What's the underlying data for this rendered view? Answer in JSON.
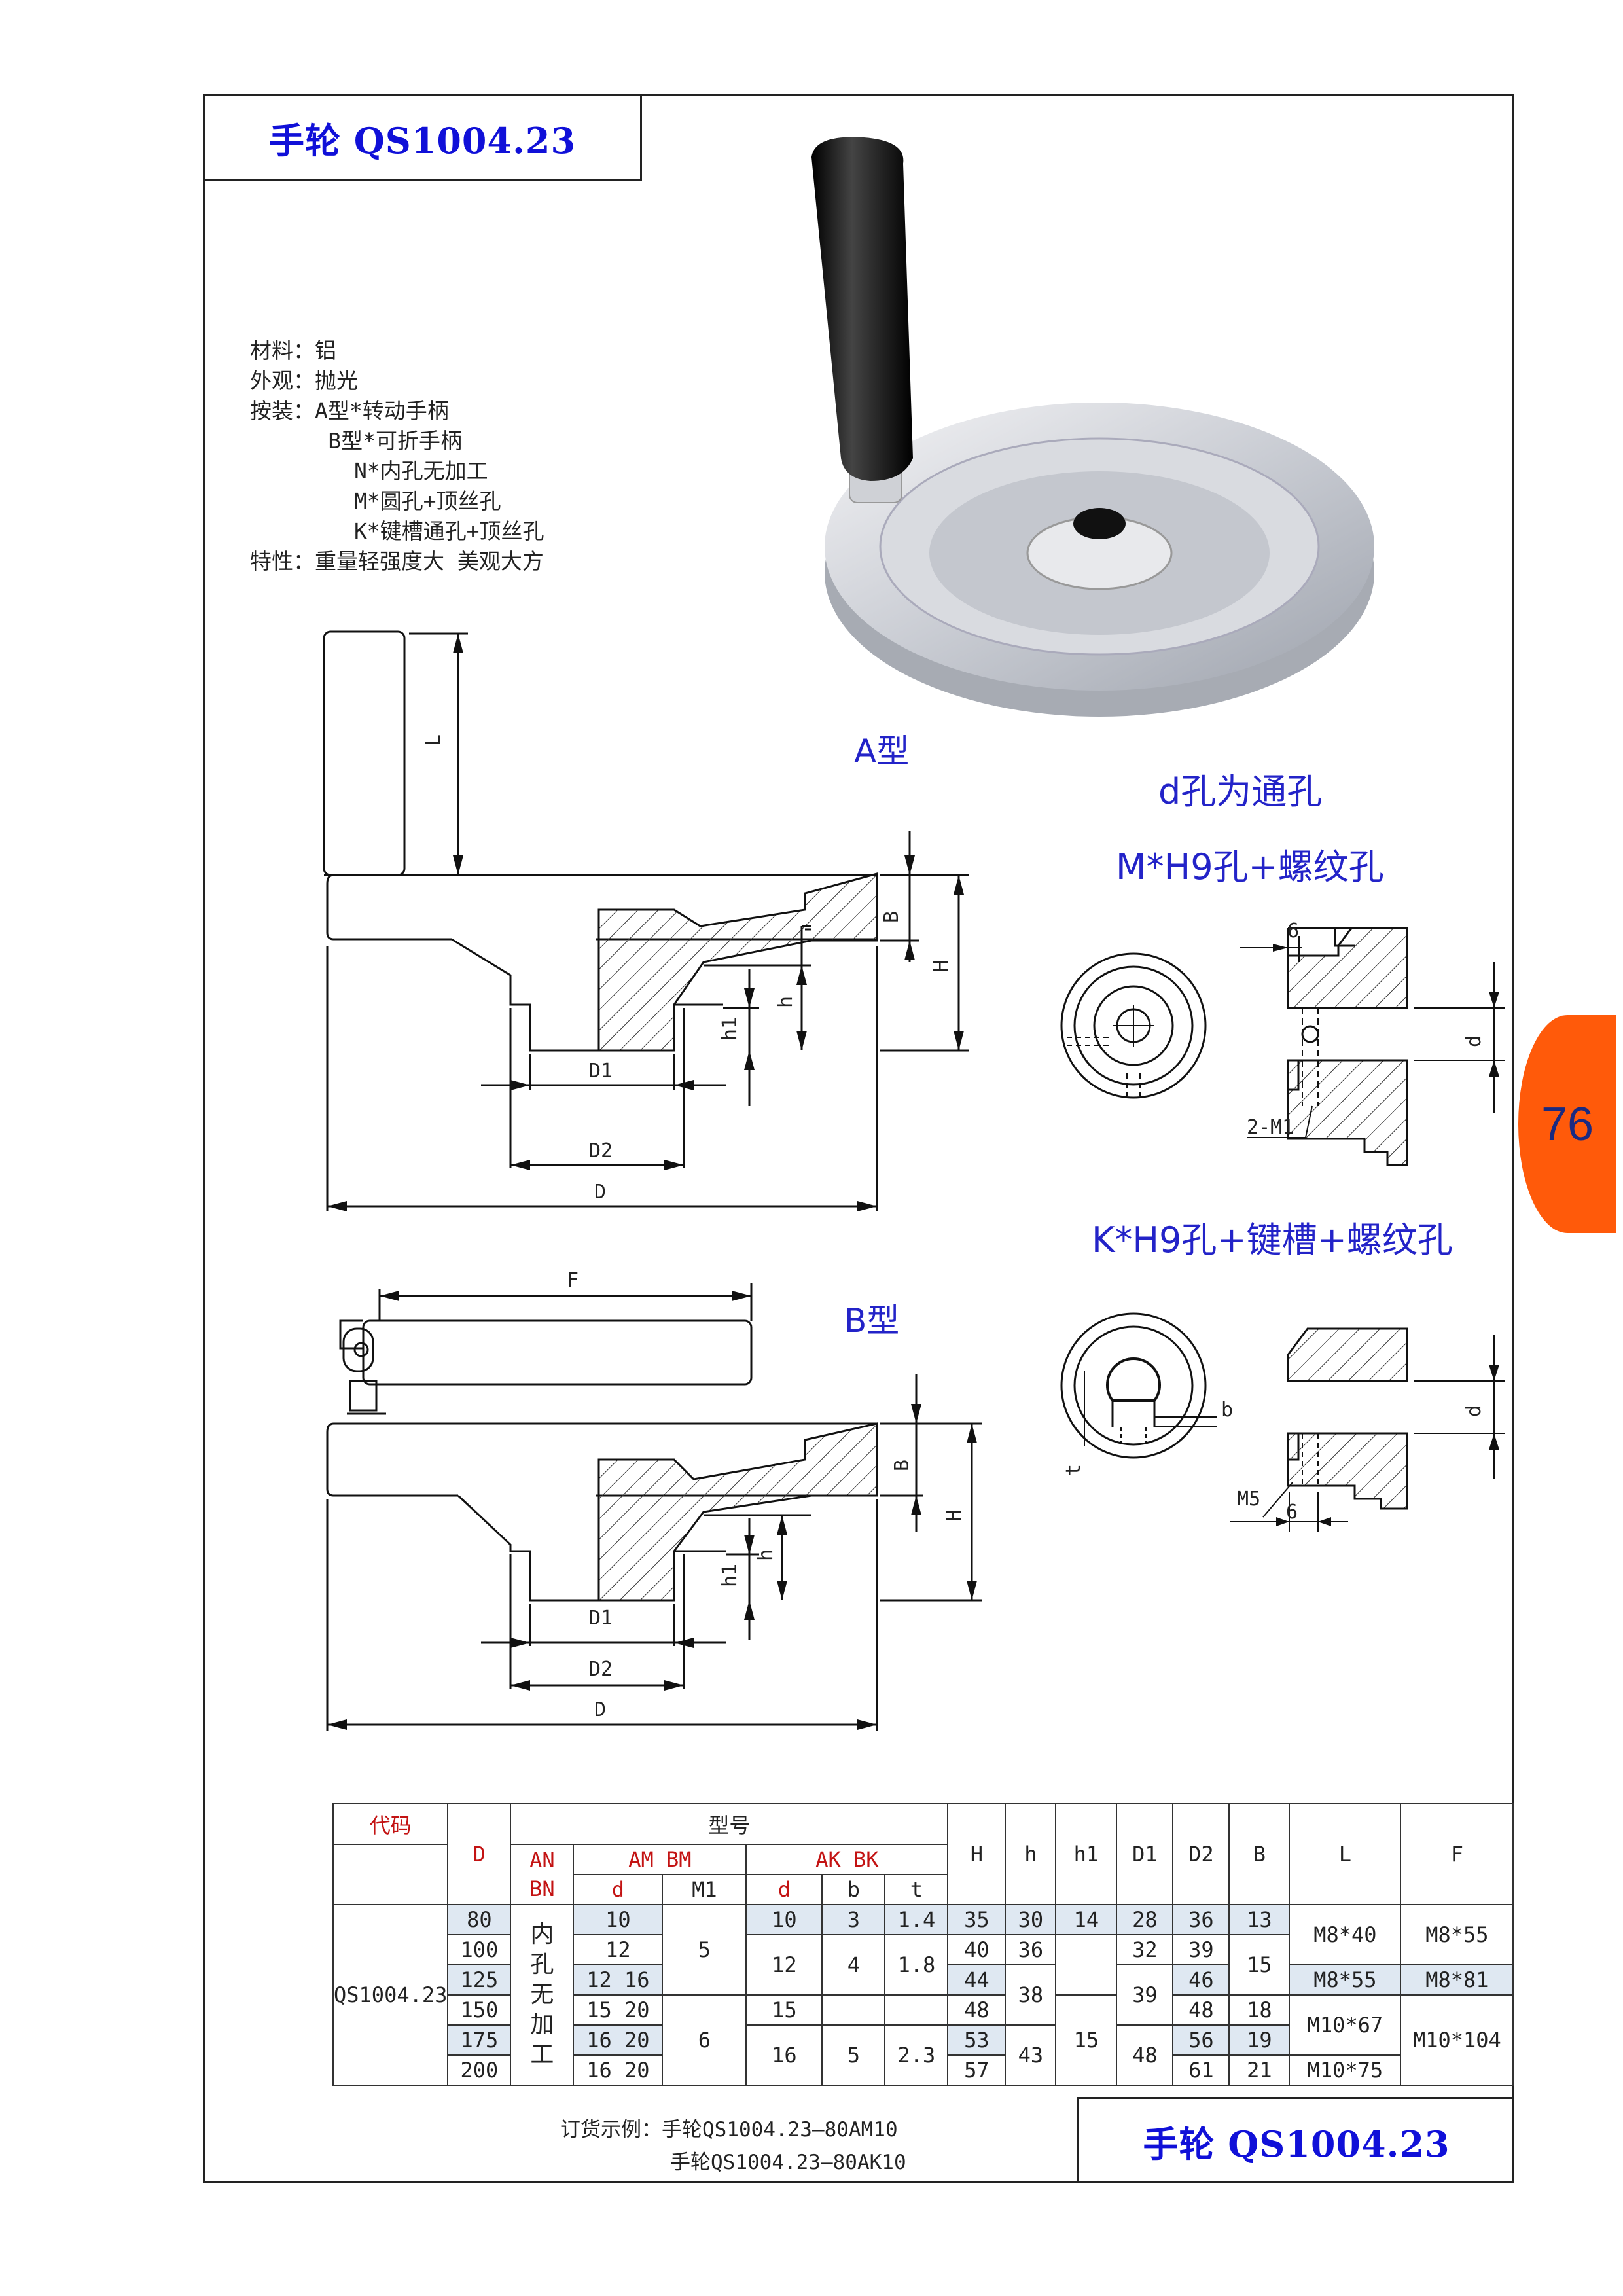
{
  "title": "手轮  QS1004.23",
  "specs": {
    "lines": [
      "材料：铝",
      "外观：抛光",
      "按装：A型*转动手柄",
      "      B型*可折手柄",
      "        N*内孔无加工",
      "        M*圆孔+顶丝孔",
      "        K*键槽通孔+顶丝孔",
      "特性：重量轻强度大 美观大方"
    ]
  },
  "labels": {
    "type_a": "A型",
    "type_b": "B型",
    "d_through": "d孔为通孔",
    "m_hole": "M*H9孔+螺纹孔",
    "k_hole": "K*H9孔+键槽+螺纹孔"
  },
  "dims": {
    "L": "L",
    "B": "B",
    "H": "H",
    "h": "h",
    "h1": "h1",
    "D1": "D1",
    "D2": "D2",
    "D": "D",
    "F": "F",
    "six": "6",
    "d": "d",
    "m1": "2-M1",
    "b": "b",
    "t": "t",
    "m5": "M5"
  },
  "page_number": "76",
  "table": {
    "code_label": "代码",
    "model_label": "型号",
    "D": "D",
    "anbn": [
      "AN",
      "BN"
    ],
    "ambm": "AM BM",
    "akbk": "AK BK",
    "d": "d",
    "m1": "M1",
    "b": "b",
    "t": "t",
    "H": "H",
    "h": "h",
    "h1": "h1",
    "D1": "D1",
    "D2": "D2",
    "B": "B",
    "L": "L",
    "F": "F",
    "code": "QS1004.23",
    "inner": [
      "内",
      "孔",
      "无",
      "加",
      "工"
    ],
    "rows": [
      {
        "D": "80",
        "d_am": "10",
        "d_ak": "10",
        "b": "3",
        "t": "1.4",
        "H": "35",
        "h": "30",
        "D1": "28",
        "D2": "36",
        "B": "13"
      },
      {
        "D": "100",
        "d_am": "12",
        "D2": "39",
        "H": "40",
        "h": "36",
        "D1": "32"
      },
      {
        "D": "125",
        "d_am": "12 16",
        "H": "44",
        "D2": "46"
      },
      {
        "D": "150",
        "d_am": "15 20",
        "d_ak": "15",
        "H": "48",
        "D2": "48",
        "B": "18"
      },
      {
        "D": "175",
        "d_am": "16 20",
        "H": "53",
        "D2": "56",
        "B": "19"
      },
      {
        "D": "200",
        "d_am": "16 20",
        "H": "57",
        "D2": "61",
        "B": "21"
      }
    ],
    "m1_a": "5",
    "m1_b": "6",
    "d_ak_2": "12",
    "d_ak_3": "16",
    "b_2": "4",
    "b_3": "5",
    "t_2": "1.8",
    "t_3": "2.3",
    "h_2": "38",
    "h_3": "43",
    "h1_1": "14",
    "h1_2": "15",
    "D1_2": "39",
    "D1_3": "48",
    "B_2": "15",
    "L_1": "M8*40",
    "L_2": "M8*55",
    "L_3": "M10*67",
    "L_4": "M10*75",
    "F_1": "M8*55",
    "F_2": "M8*81",
    "F_3": "M10*104"
  },
  "order": {
    "line1": "订货示例：手轮QS1004.23—80AM10",
    "line2": "手轮QS1004.23—80AK10"
  },
  "footer_title": "手轮  QS1004.23"
}
